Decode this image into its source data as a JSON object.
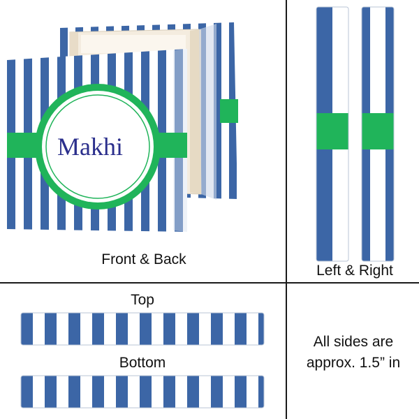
{
  "colors": {
    "stripe_blue": "#3c66a6",
    "stripe_white": "#ffffff",
    "band_green": "#20b45a",
    "name_text": "#2b2f8c",
    "divider": "#1a1a1a"
  },
  "front": {
    "monogram_name": "Makhi",
    "caption": "Front & Back"
  },
  "sides": {
    "caption": "Left & Right"
  },
  "edges": {
    "top_label": "Top",
    "bottom_label": "Bottom"
  },
  "note": {
    "line1": "All sides are",
    "line2": "approx. 1.5” in"
  }
}
